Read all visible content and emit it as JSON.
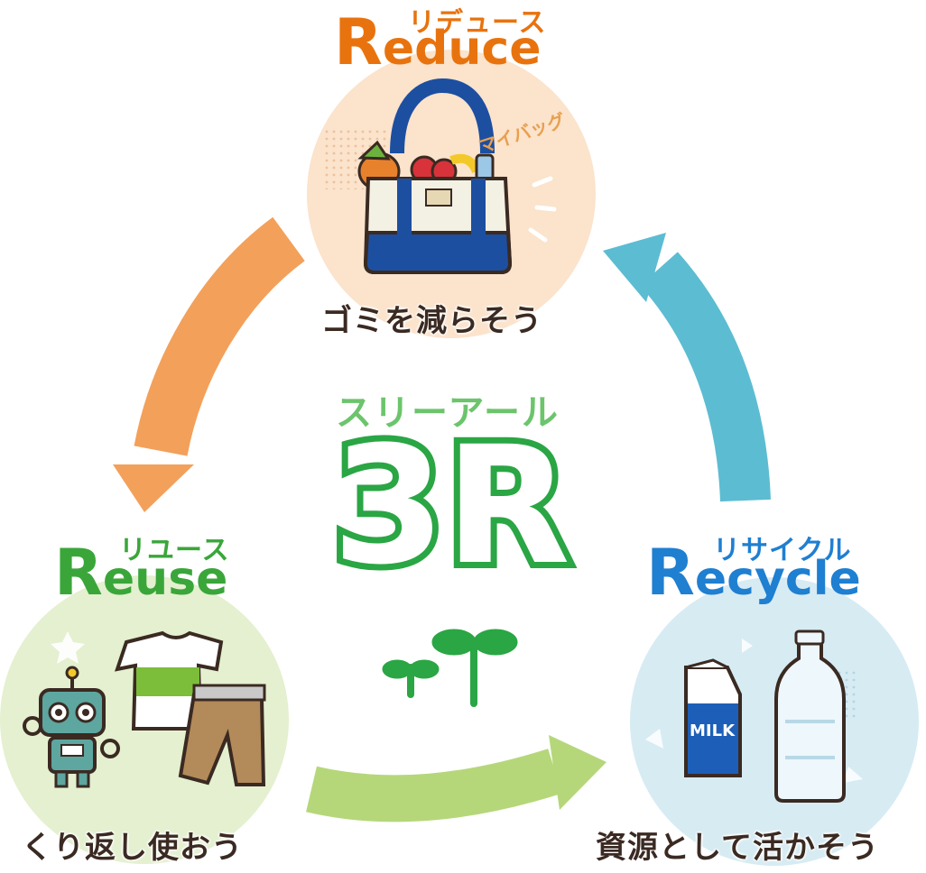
{
  "center": {
    "ruby": "スリーアール",
    "title": "3R"
  },
  "reduce": {
    "ruby": "リデュース",
    "initial": "R",
    "rest": "educe",
    "bag_label": "マイバッグ",
    "tagline": "ゴミを減らそう",
    "color": "#e8730e"
  },
  "reuse": {
    "ruby": "リユース",
    "initial": "R",
    "rest": "euse",
    "tagline": "くり返し使おう",
    "color": "#3aa63a"
  },
  "recycle": {
    "ruby": "リサイクル",
    "initial": "R",
    "rest": "ecycle",
    "milk_label": "MILK",
    "tagline": "資源として活かそう",
    "color": "#1f7fd1"
  },
  "colors": {
    "reduce_circle": "#fbe3cc",
    "reuse_circle": "#e4f0cf",
    "recycle_circle": "#d7ebf3",
    "arrow_reduce_to_reuse": "#f3a05a",
    "arrow_reuse_to_recycle": "#b5d77a",
    "arrow_recycle_to_reduce": "#5cbcd2",
    "center_green": "#2aa644",
    "ruby_green": "#6cc46c"
  }
}
